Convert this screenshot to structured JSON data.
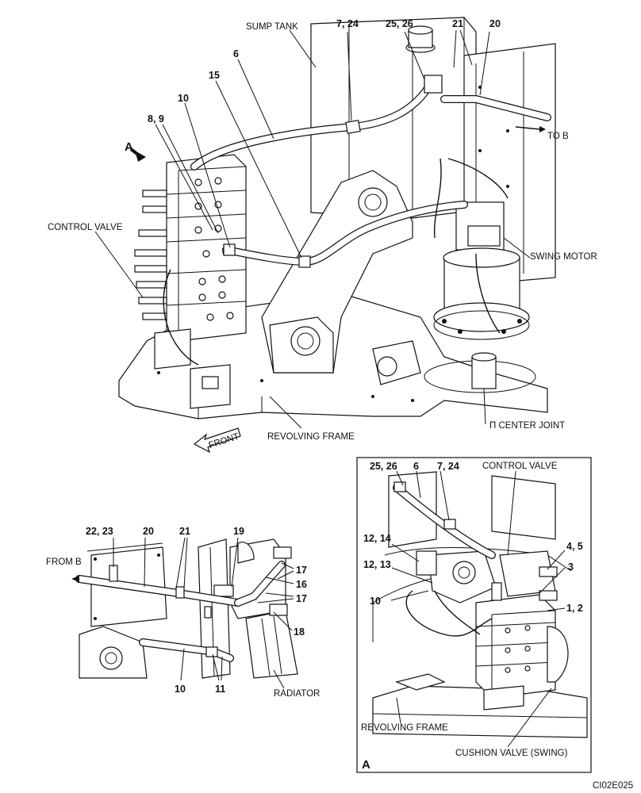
{
  "main_view": {
    "labels": {
      "sump_tank": "SUMP TANK",
      "control_valve": "CONTROL VALVE",
      "swing_motor": "SWING MOTOR",
      "center_joint": "Π CENTER JOINT",
      "revolving_frame": "REVOLVING FRAME",
      "to_b": "TO B",
      "front": "FRONT",
      "view_arrow": "A"
    },
    "callouts": {
      "c_7_24": "7, 24",
      "c_25_26": "25, 26",
      "c_21": "21",
      "c_20": "20",
      "c_6": "6",
      "c_15": "15",
      "c_10": "10",
      "c_8_9": "8, 9"
    }
  },
  "lower_left_view": {
    "labels": {
      "from_b": "FROM B",
      "radiator": "RADIATOR"
    },
    "callouts": {
      "c_22_23": "22, 23",
      "c_20": "20",
      "c_21": "21",
      "c_19": "19",
      "c_17a": "17",
      "c_16": "16",
      "c_17b": "17",
      "c_18": "18",
      "c_10": "10",
      "c_11": "11"
    }
  },
  "detail_a": {
    "labels": {
      "control_valve": "CONTROL VALVE",
      "revolving_frame": "REVOLVING FRAME",
      "cushion_valve": "CUSHION VALVE (SWING)",
      "view_letter": "A"
    },
    "callouts": {
      "c_25_26": "25, 26",
      "c_6": "6",
      "c_7_24": "7, 24",
      "c_12_14": "12, 14",
      "c_12_13": "12, 13",
      "c_4_5": "4, 5",
      "c_3": "3",
      "c_10": "10",
      "c_1_2": "1, 2"
    }
  },
  "figure_code": "CI02E025"
}
